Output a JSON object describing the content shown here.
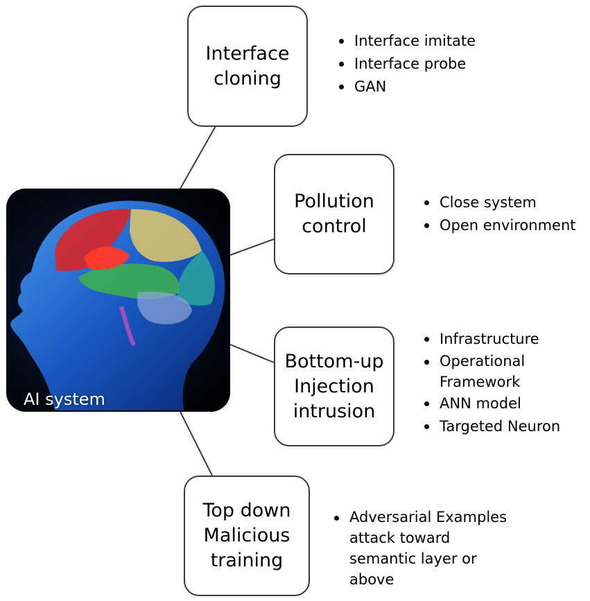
{
  "ai_system": {
    "label": "AI system",
    "image": "human-head-brain-xray"
  },
  "nodes": [
    {
      "id": "interface-cloning",
      "title": "Interface\ncloning",
      "bullets": [
        "Interface imitate",
        "Interface probe",
        "GAN"
      ]
    },
    {
      "id": "pollution-control",
      "title": "Pollution\ncontrol",
      "bullets": [
        "Close system",
        "Open environment"
      ]
    },
    {
      "id": "bottom-up",
      "title": "Bottom-up\nInjection\nintrusion",
      "bullets": [
        "Infrastructure",
        "Operational\nFramework",
        "ANN model",
        "Targeted Neuron"
      ]
    },
    {
      "id": "top-down",
      "title": "Top down\nMalicious\ntraining",
      "bullets": [
        "Adversarial Examples\nattack toward\nsemantic layer or\nabove"
      ]
    }
  ],
  "colors": {
    "border": "#3a3a3a",
    "line": "#3a3a3a",
    "head": "#1e6fd9",
    "background": "#ffffff"
  }
}
